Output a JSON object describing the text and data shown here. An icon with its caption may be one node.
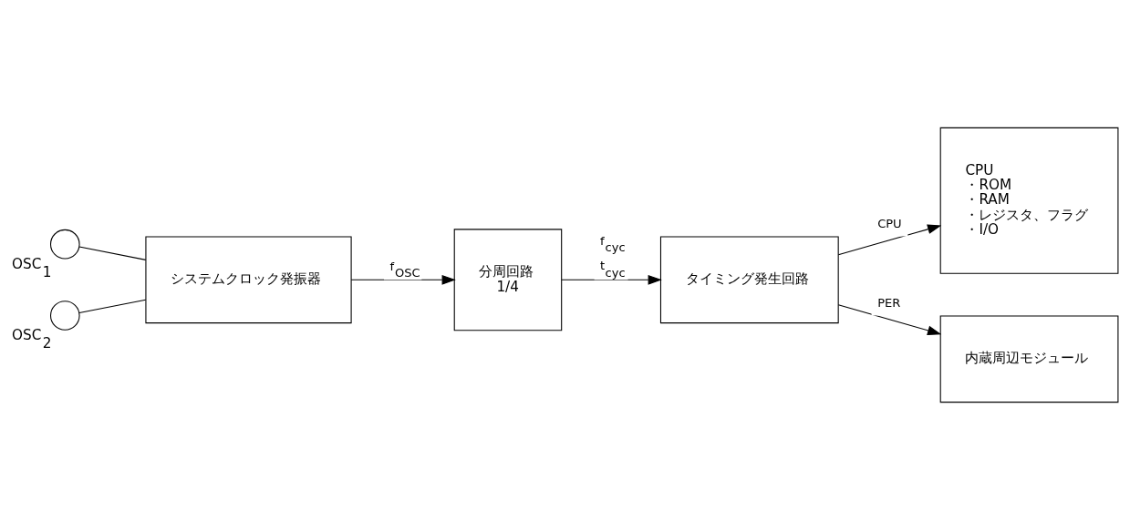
{
  "diagram": {
    "nodes": [
      {
        "text": [],
        "shape": "circle",
        "beside": [
          "OSC$_{1}$"
        ]
      },
      {
        "text": [],
        "shape": "circle",
        "beside": [
          "OSC$_{2}$"
        ]
      },
      {
        "text": [
          "システムクロック発振器"
        ]
      },
      {
        "text": [
          "分周回路",
          "1/4"
        ]
      },
      {
        "text": [
          "タイミング発生回路"
        ]
      },
      {
        "text": [
          "CPU",
          "・ROM",
          "・RAM",
          "・レジスタ、フラグ",
          "・I/O"
        ]
      },
      {
        "text": [
          "内蔵周辺モジュール"
        ]
      }
    ],
    "edges": [
      {
        "from": 0,
        "to": 2,
        "arrow": "none"
      },
      {
        "from": 1,
        "to": 2,
        "arrow": "none"
      },
      {
        "from": 2,
        "to": 3,
        "arrow": "to",
        "label": "f$_{OSC}$"
      },
      {
        "from": 3,
        "to": 4,
        "arrow": "to",
        "label": "f$_{cyc}$ t$_{cyc}$"
      },
      {
        "from": 4,
        "to": 5,
        "arrow": "to",
        "label": "CPU"
      },
      {
        "from": 4,
        "to": 6,
        "arrow": "to",
        "label": "PER"
      }
    ]
  }
}
